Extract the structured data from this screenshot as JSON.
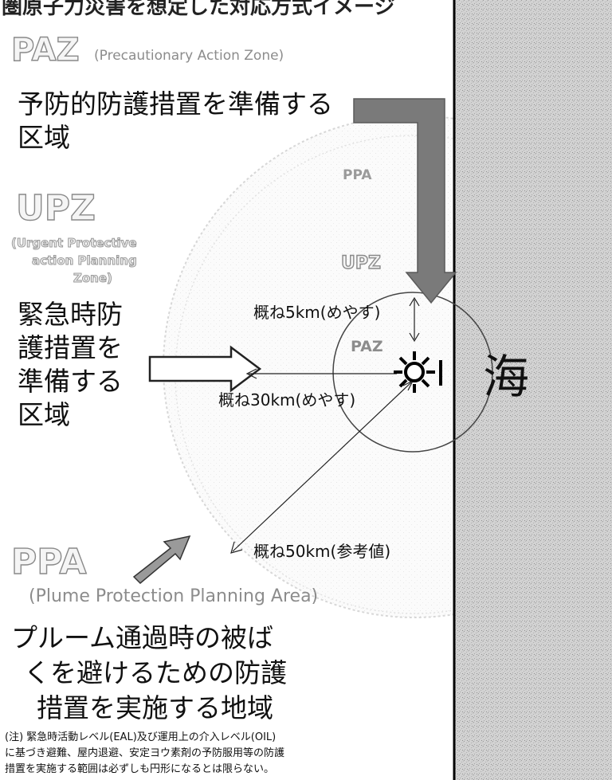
{
  "header_cut": "圏原子力災害を想定した対応方式イメージ",
  "paz": {
    "abbr": "PAZ",
    "full": "(Precautionary Action Zone)",
    "desc_line1": "予防的防護措置を準備する",
    "desc_line2": "区域"
  },
  "ppa_ring_label": "PPA",
  "upz_ring_label": "UPZ",
  "paz_ring_label": "PAZ",
  "upz": {
    "abbr": "UPZ",
    "full_line1": "(Urgent Protective",
    "full_line2": "action Planning",
    "full_line3": "Zone)",
    "desc_lines": [
      "緊急時防",
      "護措置を",
      "準備する",
      "区域"
    ]
  },
  "distances": {
    "paz": "概ね5km(めやす)",
    "upz": "概ね30km(めやす)",
    "ppa": "概ね50km(参考値)"
  },
  "ppa": {
    "abbr": "PPA",
    "full": "(Plume Protection Planning Area)",
    "desc_lines": [
      "プルーム通過時の被ば",
      "くを避けるための防護",
      "措置を実施する地域"
    ]
  },
  "sea_label": "海",
  "note_lines": [
    "(注) 緊急時活動レベル(EAL)及び運用上の介入レベル(OIL)",
    "に基づき避難、屋内退避、安定ヨウ素剤の予防服用等の防護",
    "措置を実施する範囲は必ずしも円形になるとは限らない。"
  ],
  "icons": [
    "nuclear-plant-icon"
  ],
  "colors": {
    "sea": "#bdbdbd",
    "coastline": "#000000",
    "hollow_text_stroke": "#8a8a8a",
    "thick_arrow": "#7a7a7a"
  }
}
